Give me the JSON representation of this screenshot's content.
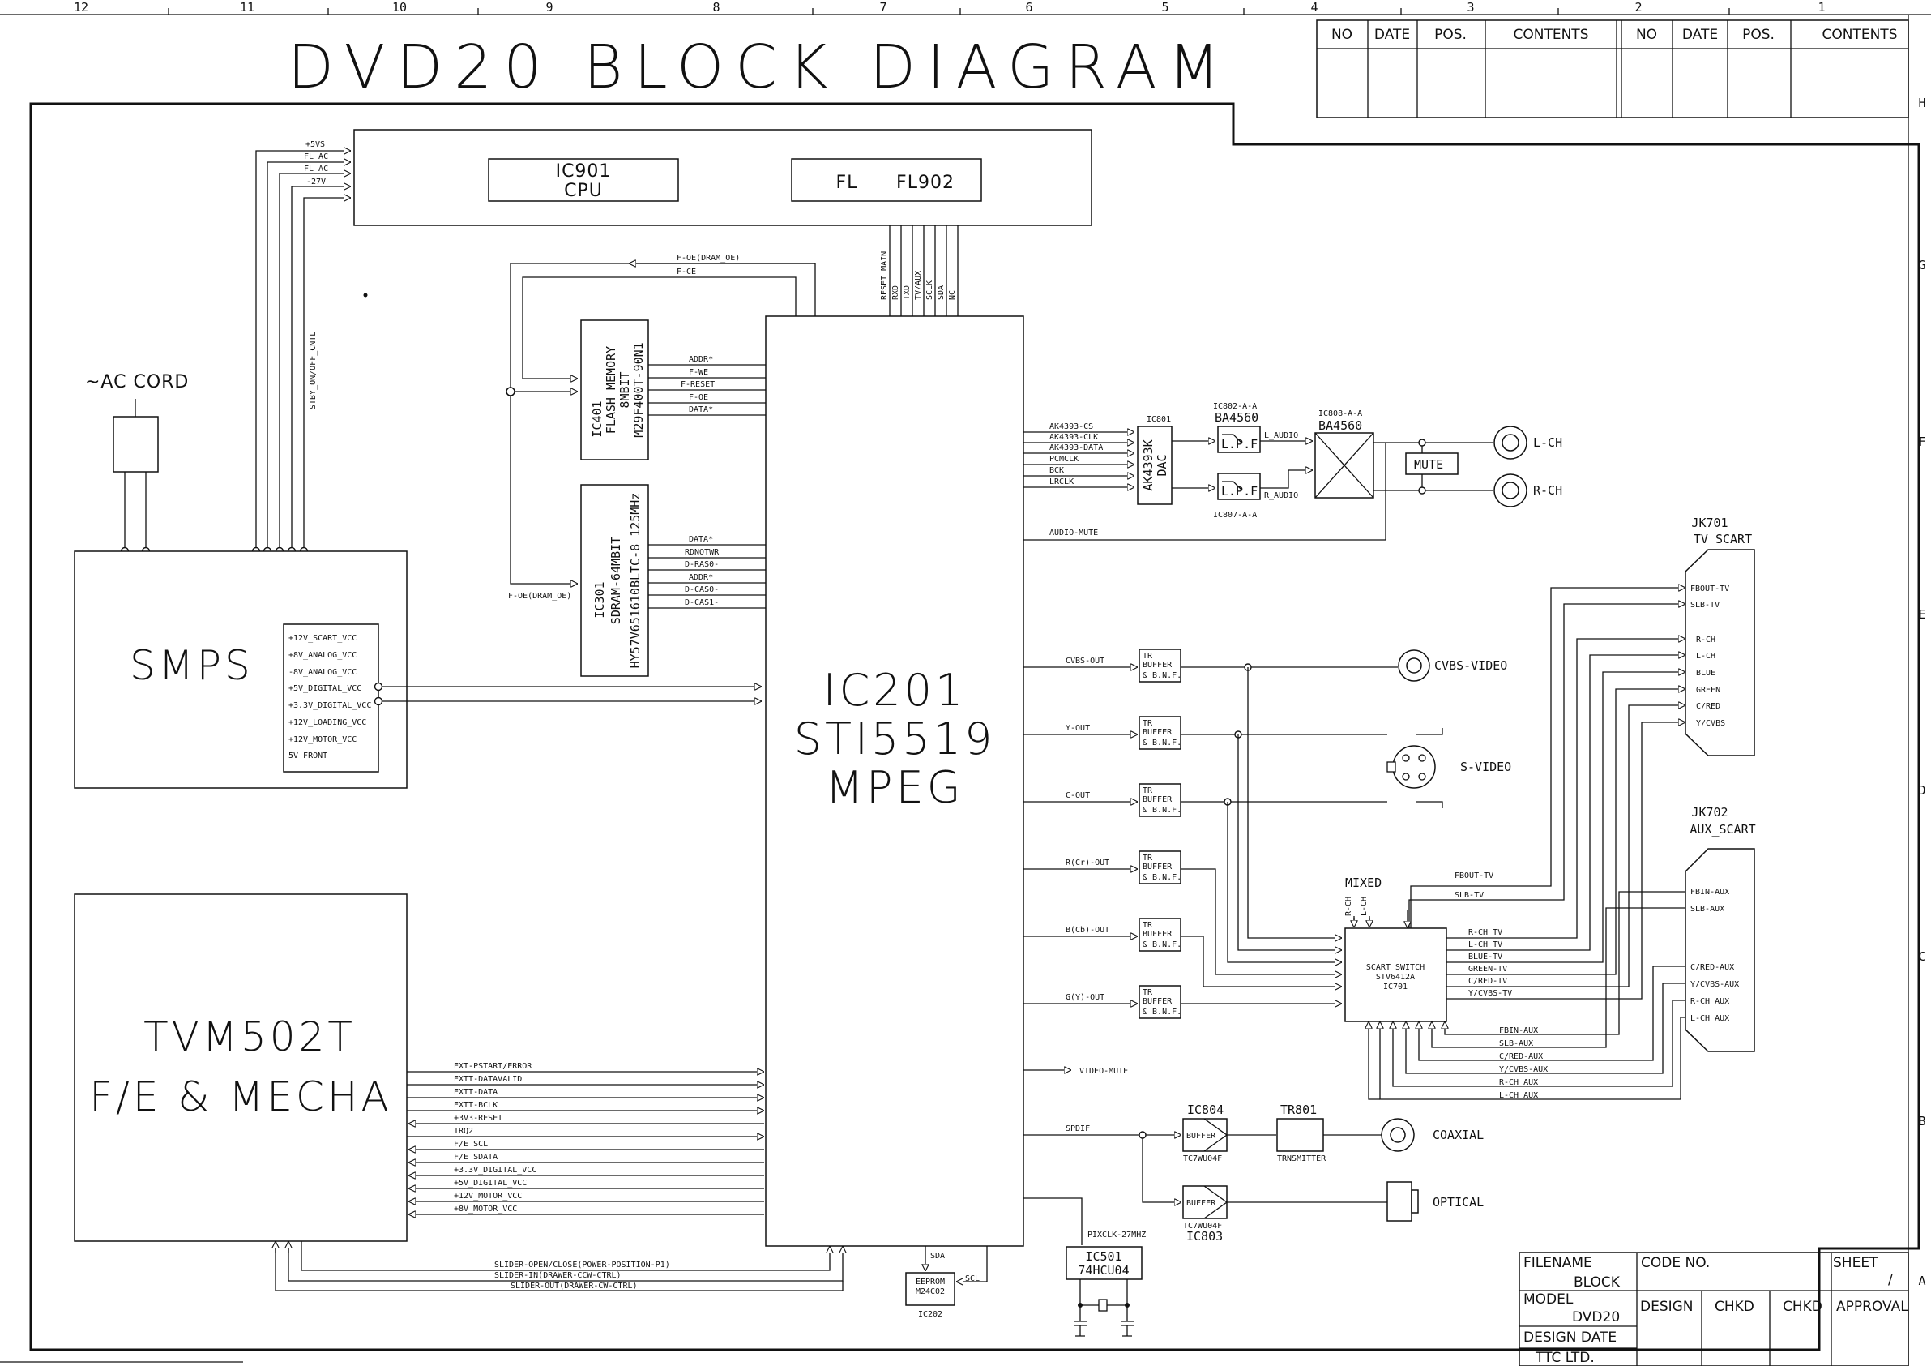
{
  "title": "DVD20 BLOCK DIAGRAM",
  "zones": {
    "top": [
      "12",
      "11",
      "10",
      "9",
      "8",
      "7",
      "6",
      "5",
      "4",
      "3",
      "2",
      "1"
    ],
    "side": [
      "H",
      "G",
      "F",
      "E",
      "D",
      "C",
      "B",
      "A"
    ]
  },
  "revision_table": {
    "left": [
      "NO",
      "DATE",
      "POS.",
      "CONTENTS"
    ],
    "right": [
      "NO",
      "DATE",
      "POS.",
      "CONTENTS"
    ]
  },
  "ac_cord": "~AC CORD",
  "power_in": [
    "+5VS",
    "FL AC",
    "FL AC",
    "-27V"
  ],
  "stby": "STBY_ON/OFF_CNTL",
  "cpu": {
    "l1": "IC901",
    "l2": "CPU"
  },
  "fl": {
    "l1": "FL",
    "l2": "FL902"
  },
  "front_signals": [
    "RESET MAIN",
    "RXD",
    "TXD",
    "TV/AUX",
    "SCLK",
    "SDA",
    "NC"
  ],
  "foe_top": "F-OE(DRAM_OE)",
  "fce": "F-CE",
  "flash": {
    "l1": "IC401",
    "l2": "FLASH MEMORY",
    "l3": "8MBIT",
    "l4": "M29F400T-90N1"
  },
  "flash_sig": [
    "ADDR*",
    "F-WE",
    "F-RESET",
    "F-OE",
    "DATA*"
  ],
  "sdram": {
    "l1": "IC301",
    "l2": "SDRAM-64MBIT",
    "l3": "HY57V651610BLTC-8 125MHz"
  },
  "sdram_sig": [
    "DATA*",
    "RDNOTWR",
    "D-RAS0-",
    "ADDR*",
    "D-CAS0-",
    "D-CAS1-"
  ],
  "foe_bottom": "F-OE(DRAM_OE)",
  "smps": "SMPS",
  "smps_out": [
    "+12V_SCART_VCC",
    "+8V_ANALOG_VCC",
    "-8V_ANALOG_VCC",
    "+5V_DIGITAL_VCC",
    "+3.3V_DIGITAL_VCC",
    "+12V_LOADING_VCC",
    "+12V_MOTOR_VCC",
    "5V_FRONT"
  ],
  "main": {
    "l1": "IC201",
    "l2": "STI5519",
    "l3": "MPEG"
  },
  "audio_sig": [
    "AK4393-CS",
    "AK4393-CLK",
    "AK4393-DATA",
    "PCMCLK",
    "BCK",
    "LRCLK"
  ],
  "dac": {
    "ref": "IC801",
    "l1": "AK4393K",
    "l2": "DAC"
  },
  "lpf1": {
    "ref": "IC802-A-A",
    "part": "BA4560",
    "label": "L.P.F",
    "out": "L_AUDIO"
  },
  "lpf2": {
    "ref": "IC807-A-A",
    "label": "L.P.F",
    "out": "R_AUDIO"
  },
  "mixer": {
    "ref": "IC808-A-A",
    "part": "BA4560"
  },
  "mute": "MUTE",
  "audio_mute": "AUDIO-MUTE",
  "lch": "L-CH",
  "rch": "R-CH",
  "video_out": [
    "CVBS-OUT",
    "Y-OUT",
    "C-OUT",
    "R(Cr)-OUT",
    "B(Cb)-OUT",
    "G(Y)-OUT"
  ],
  "buffer": [
    "TR",
    "BUFFER",
    "& B.N.F."
  ],
  "cvbs_video": "CVBS-VIDEO",
  "s_video": "S-VIDEO",
  "jk701": {
    "l1": "JK701",
    "l2": "TV_SCART",
    "pins": [
      "FBOUT-TV",
      "SLB-TV",
      "R-CH",
      "L-CH",
      "BLUE",
      "GREEN",
      "C/RED",
      "Y/CVBS"
    ]
  },
  "jk702": {
    "l1": "JK702",
    "l2": "AUX_SCART",
    "pins": [
      "FBIN-AUX",
      "SLB-AUX",
      "C/RED-AUX",
      "Y/CVBS-AUX",
      "R-CH AUX",
      "L-CH AUX"
    ]
  },
  "scart": {
    "l1": "SCART SWITCH",
    "l2": "STV6412A",
    "l3": "IC701"
  },
  "mixed": "MIXED",
  "mixed_pins": [
    "R-CH",
    "L-CH"
  ],
  "fbout": "FBOUT-TV",
  "slbtv": "SLB-TV",
  "scart_out": [
    "R-CH TV",
    "L-CH TV",
    "BLUE-TV",
    "GREEN-TV",
    "C/RED-TV",
    "Y/CVBS-TV"
  ],
  "scart_in": [
    "FBIN-AUX",
    "SLB-AUX",
    "C/RED-AUX",
    "Y/CVBS-AUX",
    "R-CH AUX",
    "L-CH AUX"
  ],
  "tvm": {
    "l1": "TVM502T",
    "l2": "F/E & MECHA"
  },
  "mecha_sig": [
    "EXT-PSTART/ERROR",
    "EXIT-DATAVALID",
    "EXIT-DATA",
    "EXIT-BCLK",
    "+3V3-RESET",
    "IRQ2",
    "F/E SCL",
    "F/E SDATA",
    "+3.3V_DIGITAL_VCC",
    "+5V_DIGITAL_VCC",
    "+12V_MOTOR_VCC",
    "+8V_MOTOR_VCC"
  ],
  "video_mute": "VIDEO-MUTE",
  "spdif": "SPDIF",
  "ic804": {
    "ref": "IC804",
    "label": "BUFFER",
    "part": "TC7WU04F"
  },
  "ic803": {
    "ref": "IC803",
    "label": "BUFFER",
    "part": "TC7WU04F"
  },
  "tr801": {
    "ref": "TR801",
    "part": "TRNSMITTER"
  },
  "coaxial": "COAXIAL",
  "optical": "OPTICAL",
  "pixclk": "PIXCLK-27MHZ",
  "ic501": {
    "l1": "IC501",
    "l2": "74HCU04"
  },
  "sda": "SDA",
  "scl": "SCL",
  "eeprom": {
    "l1": "EEPROM",
    "l2": "M24C02",
    "ref": "IC202"
  },
  "slider": [
    "SLIDER-OPEN/CLOSE(POWER-POSITION-P1)",
    "SLIDER-IN(DRAWER-CCW-CTRL)",
    "SLIDER-OUT(DRAWER-CW-CTRL)"
  ],
  "titleblock": {
    "filename_label": "FILENAME",
    "filename": "BLOCK",
    "code_label": "CODE NO.",
    "sheet_label": "SHEET",
    "sheet_mark": "/",
    "model_label": "MODEL",
    "model": "DVD20",
    "design": "DESIGN",
    "chkd1": "CHKD",
    "chkd2": "CHKD",
    "approval": "APPROVAL",
    "design_date": "DESIGN DATE",
    "company": "TTC LTD."
  }
}
